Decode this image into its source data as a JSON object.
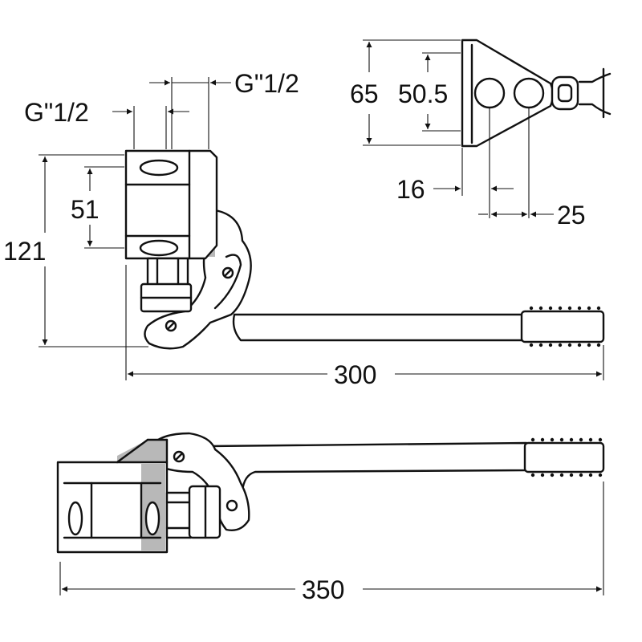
{
  "top_view": {
    "dim_inlet_left": "G\"1/2",
    "dim_inlet_right": "G\"1/2",
    "dim_height_total": "121",
    "dim_height_inner": "51",
    "dim_lever_length": "300"
  },
  "front_view": {
    "dim_height_outer": "65",
    "dim_height_inner": "50.5",
    "dim_hole_diameter": "16",
    "dim_hole_spacing": "25"
  },
  "side_view": {
    "dim_total_length": "350"
  }
}
